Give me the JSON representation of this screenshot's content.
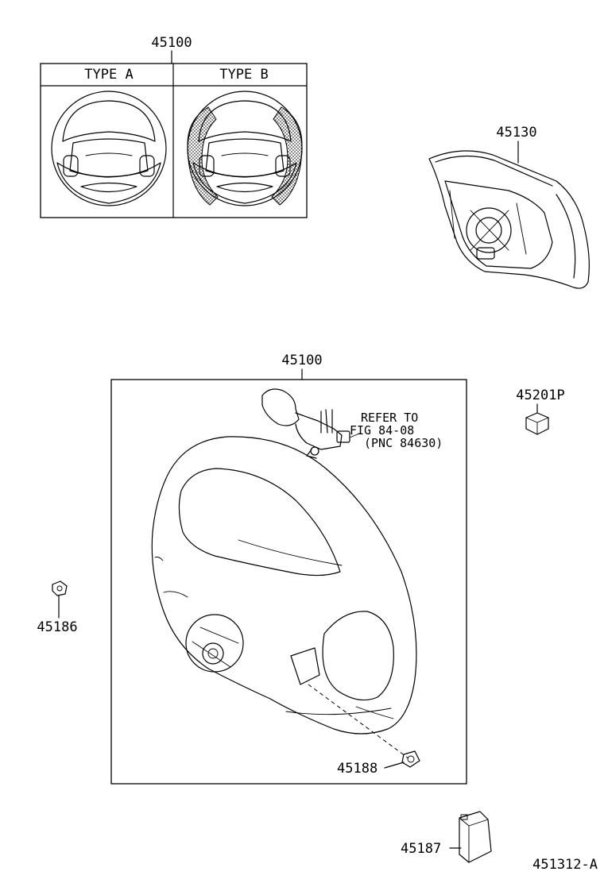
{
  "callouts": {
    "top_assembly": "45100",
    "type_a": "TYPE A",
    "type_b": "TYPE B",
    "pad": "45130",
    "main_assembly": "45100",
    "refer_line1": "REFER TO",
    "refer_line2": "FIG 84-08",
    "refer_line3": "(PNC 84630)",
    "nut": "45201P",
    "left_part": "45186",
    "screw": "45188",
    "cover": "45187",
    "figure_id": "451312-A"
  }
}
